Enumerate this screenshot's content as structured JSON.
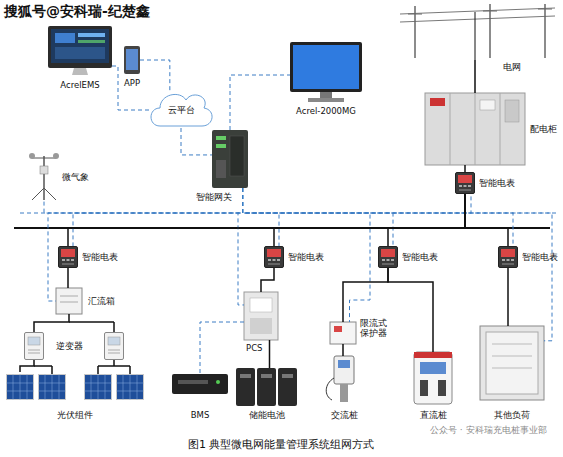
{
  "diagram": {
    "caption": "图1 典型微电网能量管理系统组网方式",
    "nodes": [
      {
        "text": [
          "AcrelEMS"
        ]
      },
      {
        "text": [
          "APP"
        ]
      },
      {
        "text": [
          "云平台"
        ]
      },
      {
        "text": [
          "Acrel-2000MG"
        ]
      },
      {
        "text": [
          "智能网关"
        ]
      },
      {
        "text": [
          "微气象"
        ]
      },
      {
        "text": [
          "电网"
        ]
      },
      {
        "text": [
          "配电柜"
        ]
      },
      {
        "text": [
          "智能电表"
        ]
      },
      {
        "text": [
          "智能电表"
        ]
      },
      {
        "text": [
          "汇流箱"
        ]
      },
      {
        "text": [
          "逆变器"
        ]
      },
      {
        "text": [
          "光伏组件"
        ]
      },
      {
        "text": [
          "智能电表"
        ]
      },
      {
        "text": [
          "PCS"
        ]
      },
      {
        "text": [
          "BMS"
        ]
      },
      {
        "text": [
          "储能电池"
        ]
      },
      {
        "text": [
          "智能电表"
        ]
      },
      {
        "text": [
          "限流式保护器"
        ]
      },
      {
        "text": [
          "交流桩"
        ]
      },
      {
        "text": [
          "直流桩"
        ]
      },
      {
        "text": [
          "智能电表"
        ]
      },
      {
        "text": [
          "其他负荷"
        ]
      }
    ],
    "edges": [
      {
        "from": 0,
        "to": 2,
        "arrow": "none"
      },
      {
        "from": 1,
        "to": 2,
        "arrow": "none"
      },
      {
        "from": 2,
        "to": 4,
        "arrow": "none"
      },
      {
        "from": 4,
        "to": 3,
        "arrow": "none"
      },
      {
        "from": 4,
        "to": 5,
        "arrow": "none"
      },
      {
        "from": 4,
        "to": 8,
        "arrow": "none"
      },
      {
        "from": 4,
        "to": 9,
        "arrow": "none"
      },
      {
        "from": 4,
        "to": 10,
        "arrow": "none"
      },
      {
        "from": 4,
        "to": 13,
        "arrow": "none"
      },
      {
        "from": 4,
        "to": 14,
        "arrow": "none"
      },
      {
        "from": 4,
        "to": 17,
        "arrow": "none"
      },
      {
        "from": 4,
        "to": 18,
        "arrow": "none"
      },
      {
        "from": 4,
        "to": 21,
        "arrow": "none"
      },
      {
        "from": 4,
        "to": 22,
        "arrow": "none"
      },
      {
        "from": 6,
        "to": 7,
        "arrow": "none"
      },
      {
        "from": 7,
        "to": 8,
        "arrow": "none"
      },
      {
        "from": 8,
        "to": 9,
        "arrow": "none"
      },
      {
        "from": 8,
        "to": 13,
        "arrow": "none"
      },
      {
        "from": 8,
        "to": 17,
        "arrow": "none"
      },
      {
        "from": 8,
        "to": 21,
        "arrow": "none"
      },
      {
        "from": 9,
        "to": 10,
        "arrow": "none"
      },
      {
        "from": 10,
        "to": 11,
        "arrow": "none"
      },
      {
        "from": 11,
        "to": 12,
        "arrow": "none"
      },
      {
        "from": 13,
        "to": 14,
        "arrow": "none"
      },
      {
        "from": 14,
        "to": 15,
        "arrow": "none"
      },
      {
        "from": 14,
        "to": 16,
        "arrow": "none"
      },
      {
        "from": 17,
        "to": 18,
        "arrow": "none"
      },
      {
        "from": 18,
        "to": 19,
        "arrow": "none"
      },
      {
        "from": 17,
        "to": 20,
        "arrow": "none"
      },
      {
        "from": 21,
        "to": 22,
        "arrow": "none"
      }
    ],
    "labels": [
      "搜狐号@安科瑞-纪楚鑫",
      "公众号 · 安科瑞充电桩事业部"
    ]
  }
}
